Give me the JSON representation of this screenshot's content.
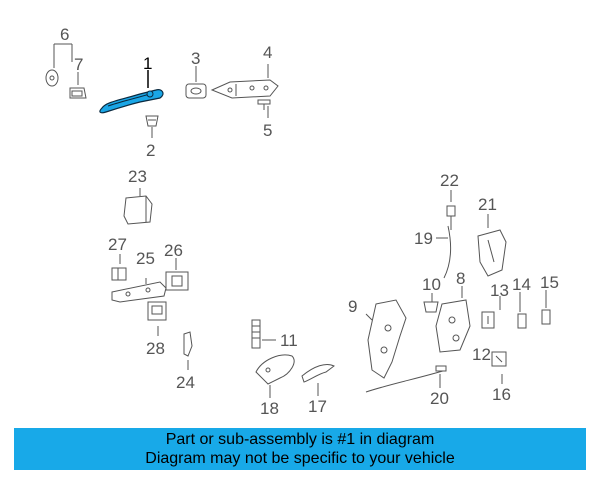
{
  "highlight_color": "#1aa6e6",
  "banner_color": "#18a9e8",
  "callouts": {
    "c1": "1",
    "c2": "2",
    "c3": "3",
    "c4": "4",
    "c5": "5",
    "c6": "6",
    "c7": "7",
    "c8": "8",
    "c9": "9",
    "c10": "10",
    "c11": "11",
    "c12": "12",
    "c13": "13",
    "c14": "14",
    "c15": "15",
    "c16": "16",
    "c17": "17",
    "c18": "18",
    "c19": "19",
    "c20": "20",
    "c21": "21",
    "c22": "22",
    "c23": "23",
    "c24": "24",
    "c25": "25",
    "c26": "26",
    "c27": "27",
    "c28": "28"
  },
  "banner": {
    "line1": "Part or sub-assembly is #1 in diagram",
    "line2": "Diagram may not be specific to your vehicle"
  }
}
